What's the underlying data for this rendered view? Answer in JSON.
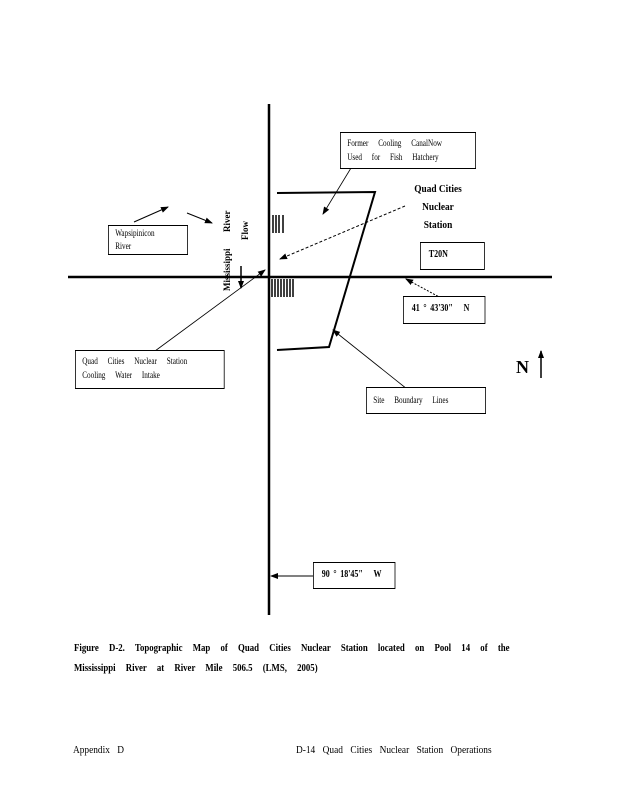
{
  "map": {
    "labels": {
      "former_canal": [
        "Former Cooling CanalNow",
        "Used for Fish Hatchery"
      ],
      "wapsipinicon": [
        "Wapsipinicon",
        "River"
      ],
      "station": [
        "Quad Cities",
        "Nuclear",
        "Station"
      ],
      "township": "T20N",
      "latitude": "41 ° 43'30\"   N",
      "intake": [
        "Quad Cities Nuclear Station",
        "Cooling Water Intake"
      ],
      "boundary": "Site Boundary Lines",
      "longitude": "90 ° 18'45\"   W",
      "river_flow": [
        "River",
        "Flow"
      ],
      "mississippi": "Mississippi",
      "north": "N"
    },
    "icons": [
      "north-arrow-icon",
      "flow-arrow-icon",
      "callout-arrow-icon",
      "dam-hatch-icon"
    ]
  },
  "caption": {
    "line1": "Figure D-2. Topographic Map of Quad Cities Nuclear Station located on Pool 14 of the",
    "line2": "Mississippi River at River Mile 506.5 (LMS, 2005)"
  },
  "footer": {
    "left": "Appendix D",
    "right": "D-14 Quad Cities Nuclear Station Operations"
  }
}
